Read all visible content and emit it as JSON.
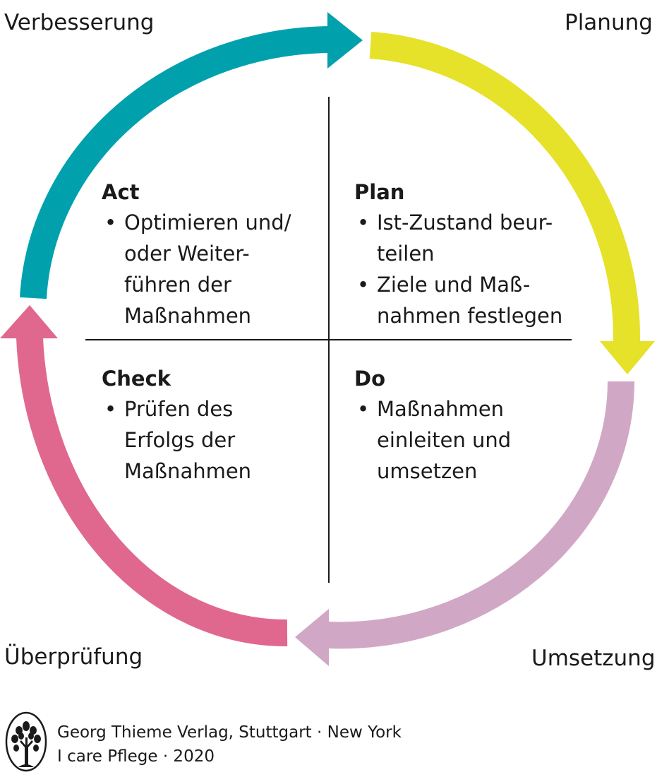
{
  "colors": {
    "verbesserung": "#00a1ad",
    "planung": "#e6e129",
    "umsetzung": "#d1a7c6",
    "ueberpruefung": "#e0688e",
    "text": "#1a1a1a"
  },
  "corners": {
    "verbesserung": "Verbesserung",
    "planung": "Planung",
    "umsetzung": "Umsetzung",
    "ueberpruefung": "Überprüfung"
  },
  "quadrants": {
    "act": {
      "title": "Act",
      "items": [
        {
          "lines": [
            "Optimieren und/",
            "oder Weiter-",
            "führen der",
            "Maßnahmen"
          ]
        }
      ]
    },
    "plan": {
      "title": "Plan",
      "items": [
        {
          "lines": [
            "Ist-Zustand beur-",
            "teilen"
          ]
        },
        {
          "lines": [
            "Ziele und Maß-",
            "nahmen festlegen"
          ]
        }
      ]
    },
    "check": {
      "title": "Check",
      "items": [
        {
          "lines": [
            "Prüfen des",
            "Erfolgs der",
            "Maßnahmen"
          ]
        }
      ]
    },
    "do": {
      "title": "Do",
      "items": [
        {
          "lines": [
            "Maßnahmen",
            "einleiten und",
            "umsetzen"
          ]
        }
      ]
    }
  },
  "footer": {
    "line1": "Georg Thieme Verlag, Stuttgart · New York",
    "line2": "I care Pflege · 2020",
    "logo_icon": "tree-logo-icon"
  }
}
